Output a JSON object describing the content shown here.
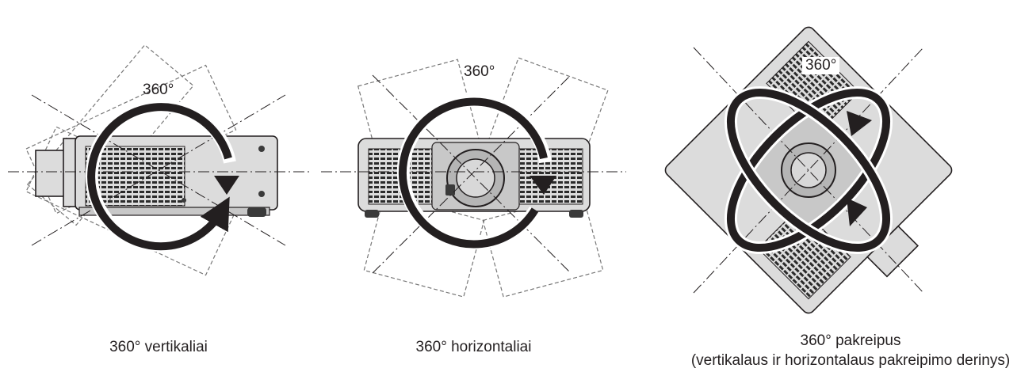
{
  "panels": [
    {
      "id": "vertical",
      "angle_label": "360°",
      "caption": "360° vertikaliai"
    },
    {
      "id": "horizontal",
      "angle_label": "360°",
      "caption": "360° horizontaliai"
    },
    {
      "id": "tilted",
      "angle_label": "360°",
      "caption_line1": "360° pakreipus",
      "caption_line2": "(vertikalaus ir horizontalaus pakreipimo derinys)"
    }
  ],
  "colors": {
    "ink": "#231f20",
    "body": "#dcdcdc",
    "ghost": "#777777"
  }
}
